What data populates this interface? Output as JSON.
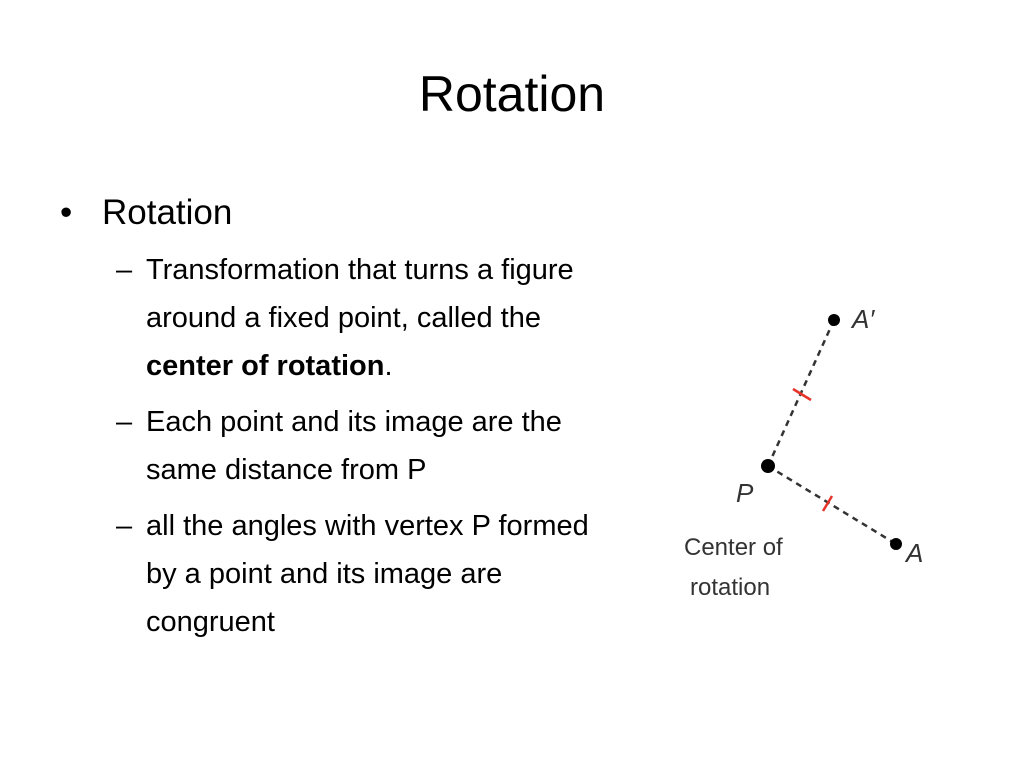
{
  "slide": {
    "title": "Rotation",
    "bullet": "Rotation",
    "sub_items": [
      {
        "lines": [
          "Transformation that turns a figure",
          "around a fixed point, called the"
        ],
        "bold": "center of rotation",
        "after_bold": "."
      },
      {
        "lines": [
          "Each point and its image are the",
          "same distance from P"
        ]
      },
      {
        "lines": [
          "all the angles with vertex P formed",
          "by a point and its image are",
          "congruent"
        ]
      }
    ]
  },
  "figure": {
    "label_a_prime": "A′",
    "label_p": "P",
    "label_a": "A",
    "caption_line1": "Center of",
    "caption_line2": "rotation",
    "tick_color": "#e8332a",
    "point_color": "#000000",
    "text_color": "#333333"
  }
}
